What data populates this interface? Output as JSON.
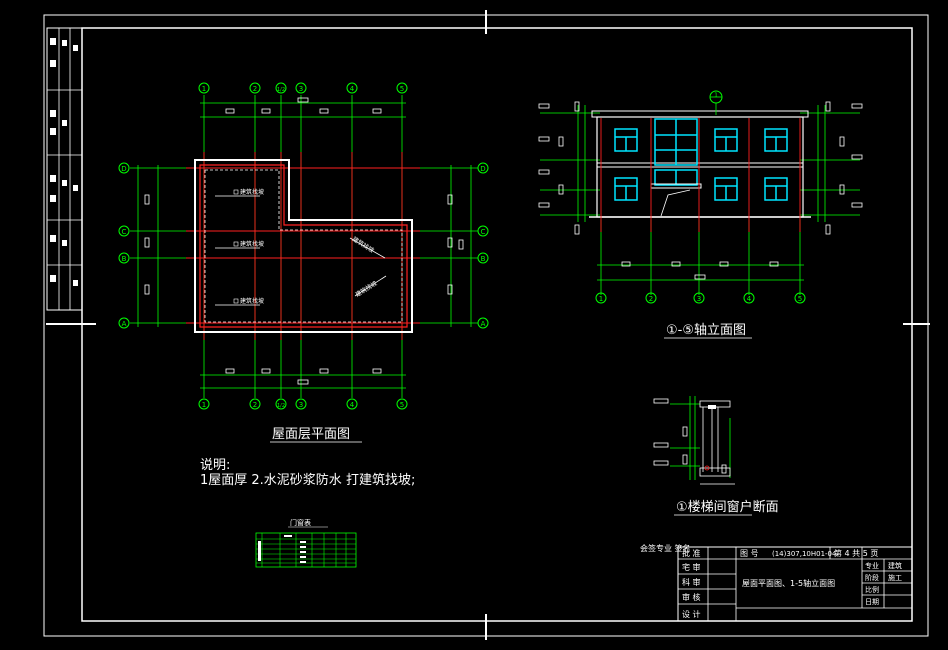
{
  "plan": {
    "title": "屋面层平面图",
    "axes_top": [
      "1",
      "2",
      "1/2",
      "3",
      "4",
      "5"
    ],
    "axes_side": [
      "D",
      "C",
      "B",
      "A"
    ],
    "slope_labels": [
      "建筑找坡",
      "建筑找坡",
      "建筑找坡",
      "建筑找坡",
      "建筑找坡"
    ],
    "note_heading": "说明:",
    "note_text": "1屋面厚 2.水泥砂浆防水 打建筑找坡;"
  },
  "elevation": {
    "title": "①-⑤轴立面图",
    "axes": [
      "1",
      "2",
      "3",
      "4",
      "5"
    ],
    "detail_mark": "1"
  },
  "section": {
    "title": "①楼梯间窗户断面"
  },
  "table": {
    "title": "门窗表"
  },
  "title_block": {
    "sign_header": "会签专业 签名",
    "rows": [
      "批 准",
      "宅 审",
      "科 审",
      "审 核",
      "设 计"
    ],
    "drawing_no_label": "图 号",
    "drawing_no": "(14)307,10H01-04",
    "sheet": "第 4 共 5 页",
    "drawing_name": "屋面平面图、1-5轴立面图",
    "right_labels": [
      "专业",
      "阶段",
      "比例",
      "日期"
    ],
    "right_values": [
      "建筑",
      "施工",
      "",
      ""
    ]
  }
}
